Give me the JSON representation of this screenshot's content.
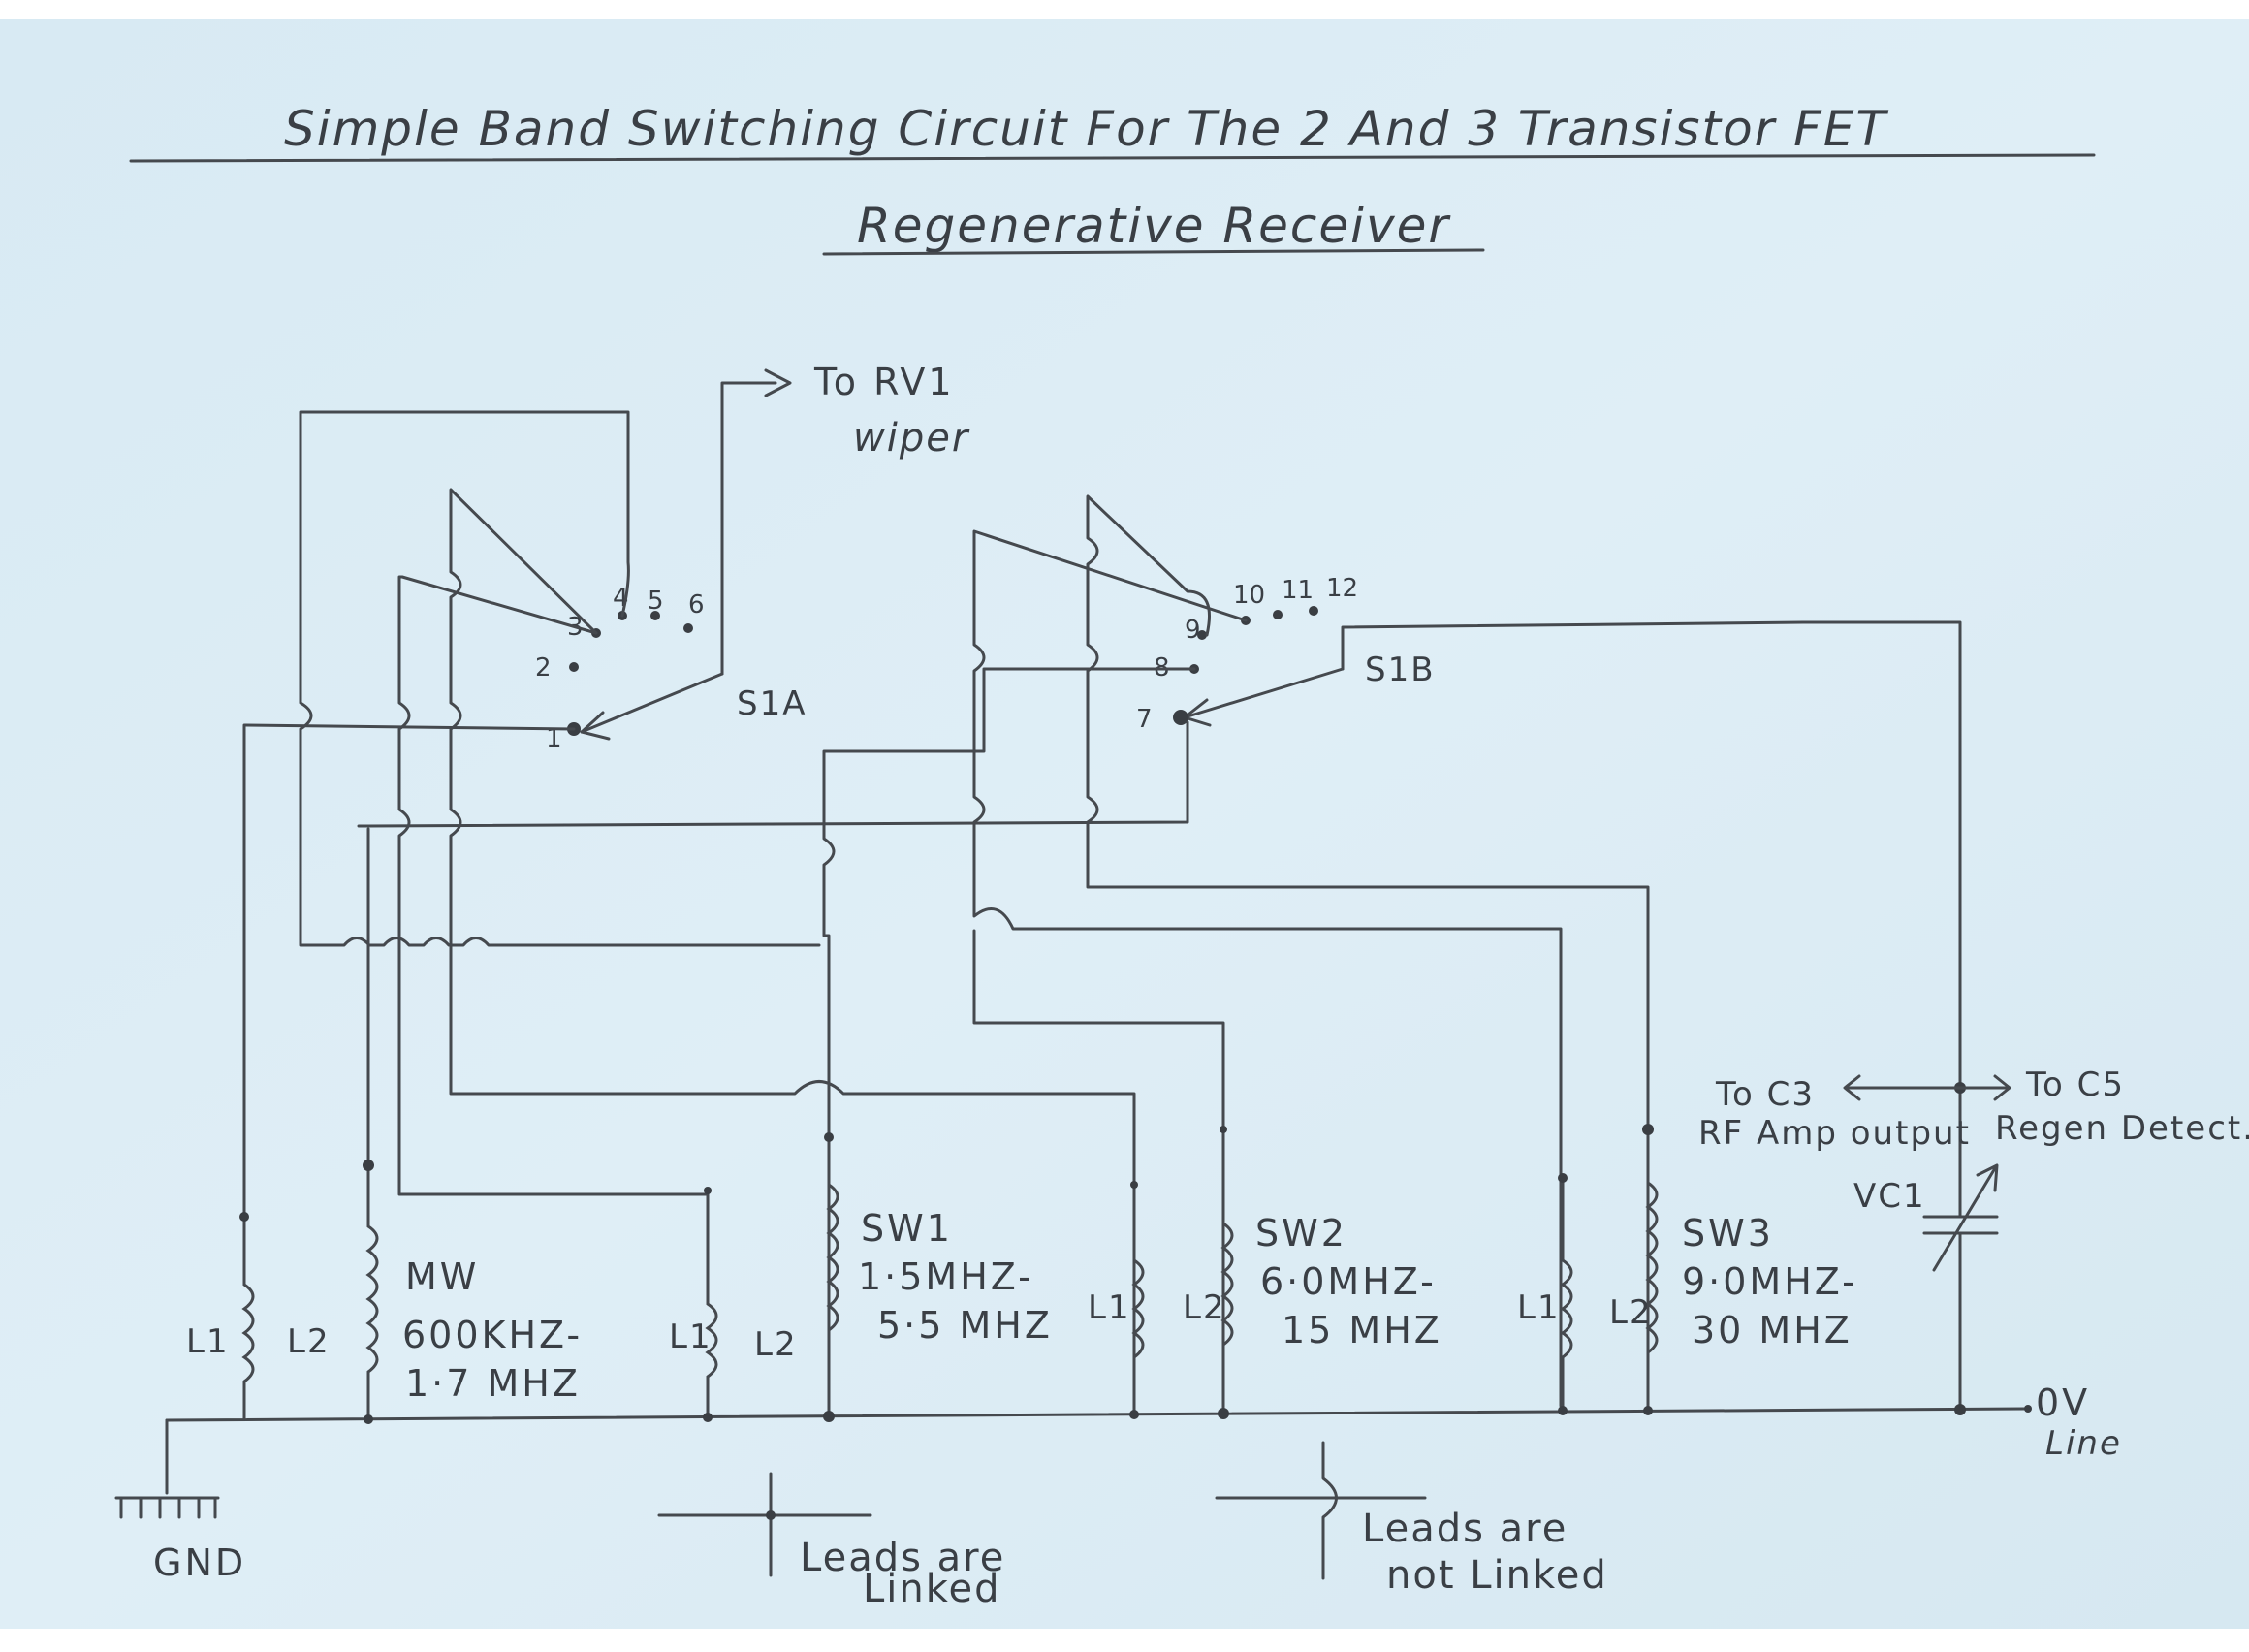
{
  "title": {
    "line1": "Simple Band Switching Circuit For The 2 And 3 Transistor FET",
    "line2": "Regenerative Receiver"
  },
  "switch_a": {
    "label": "S1A",
    "pins": [
      "1",
      "2",
      "3",
      "4",
      "5",
      "6"
    ],
    "output_label_1": "To RV1",
    "output_label_2": "wiper"
  },
  "switch_b": {
    "label": "S1B",
    "pins": [
      "7",
      "8",
      "9",
      "10",
      "11",
      "12"
    ]
  },
  "bands": [
    {
      "name": "MW",
      "range_low": "600KHZ-",
      "range_high": "1·7 MHZ",
      "l1": "L1",
      "l2": "L2"
    },
    {
      "name": "SW1",
      "range_low": "1·5MHZ-",
      "range_high": "5·5 MHZ",
      "l1": "L1",
      "l2": "L2"
    },
    {
      "name": "SW2",
      "range_low": "6·0MHZ-",
      "range_high": "15 MHZ",
      "l1": "L1",
      "l2": "L2"
    },
    {
      "name": "SW3",
      "range_low": "9·0MHZ-",
      "range_high": "30 MHZ",
      "l1": "L1",
      "l2": "L2"
    }
  ],
  "capacitor": {
    "label": "VC1"
  },
  "outputs": {
    "left_1": "To C3",
    "left_2": "RF Amp output",
    "right_1": "To C5",
    "right_2": "Regen Detect."
  },
  "rail": {
    "label_1": "0V",
    "label_2": "Line"
  },
  "ground": {
    "label": "GND"
  },
  "legend": {
    "linked_1": "Leads are",
    "linked_2": "Linked",
    "not_linked_1": "Leads are",
    "not_linked_2": "not Linked"
  },
  "colors": {
    "paper": "#dcecf4",
    "ink": "#45494e"
  }
}
